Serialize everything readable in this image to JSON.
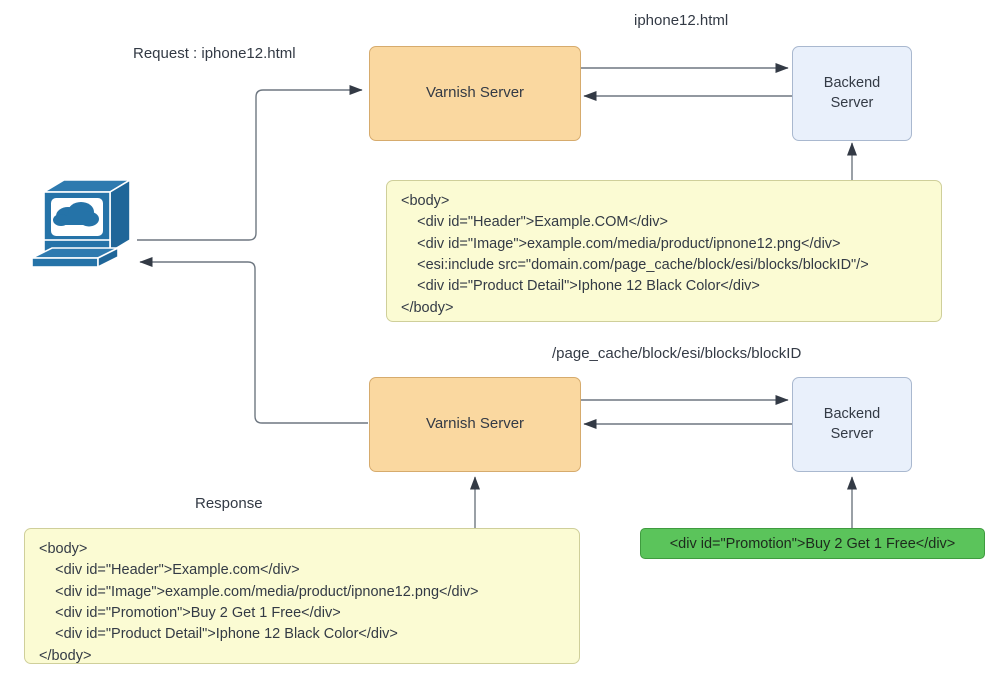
{
  "diagram": {
    "title_labels": {
      "request": "Request : iphone12.html",
      "iphone_html": "iphone12.html",
      "block_path": "/page_cache/block/esi/blocks/blockID",
      "response": "Response"
    },
    "nodes": {
      "varnish_top": "Varnish Server",
      "varnish_bottom": "Varnish Server",
      "backend_top": "Backend\nServer",
      "backend_bottom": "Backend\nServer"
    },
    "code_top": "<body>\n    <div id=\"Header\">Example.COM</div>\n    <div id=\"Image\">example.com/media/product/ipnone12.png</div>\n    <esi:include src=\"domain.com/page_cache/block/esi/blocks/blockID\"/>\n    <div id=\"Product Detail\">Iphone 12 Black Color</div>\n</body>",
    "code_bottom": "<body>\n    <div id=\"Header\">Example.com</div>\n    <div id=\"Image\">example.com/media/product/ipnone12.png</div>\n    <div id=\"Promotion\">Buy 2 Get 1 Free</div>\n    <div id=\"Product Detail\">Iphone 12 Black Color</div>\n</body>",
    "promotion_block": "<div id=\"Promotion\">Buy 2 Get 1 Free</div>",
    "client_icon": "computer-cloud-icon",
    "colors": {
      "varnish_fill": "#FAD8A0",
      "varnish_stroke": "#d6ab6d",
      "backend_fill": "#E9F0FB",
      "backend_stroke": "#a9b8cf",
      "code_fill": "#FBFBD3",
      "code_stroke": "#cfcf9a",
      "promotion_fill": "#5BC45B",
      "promotion_stroke": "#3f9b3f",
      "connector": "#6E7781",
      "icon_blue": "#1F6699",
      "text": "#333a45"
    }
  }
}
